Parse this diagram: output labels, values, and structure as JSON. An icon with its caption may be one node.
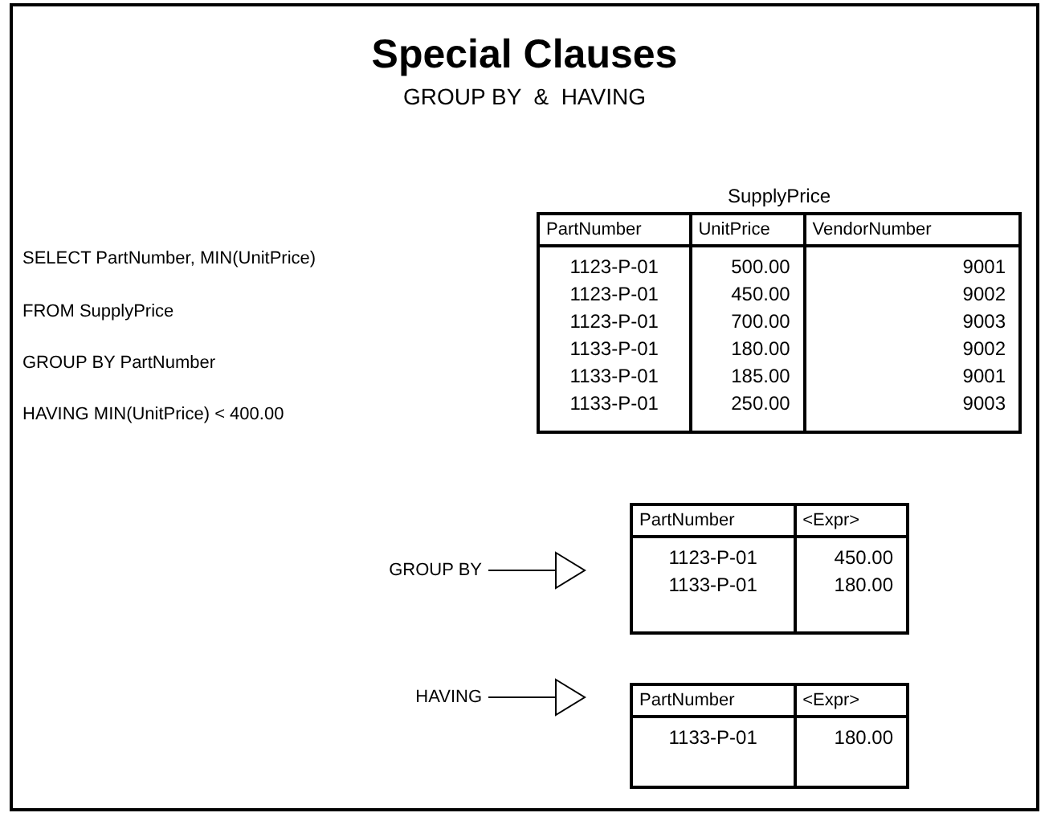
{
  "diagram": {
    "title": "Special Clauses",
    "nodes": [
      {
        "text": [
          "SupplyPrice"
        ]
      },
      {
        "text": [
          "GROUP BY"
        ]
      },
      {
        "text": [],
        "shape": "box"
      },
      {
        "text": [
          "HAVING"
        ]
      },
      {
        "text": [],
        "shape": "box"
      }
    ],
    "edges": [
      {
        "from": 1,
        "to": 2,
        "arrow": "to"
      },
      {
        "from": 3,
        "to": 4,
        "arrow": "to"
      }
    ],
    "labels": [
      "GROUP BY  &  HAVING",
      "SELECT PartNumber, MIN(UnitPrice)",
      "FROM SupplyPrice",
      "GROUP BY PartNumber",
      "HAVING MIN(UnitPrice) < 400.00",
      "PartNumber",
      "UnitPrice",
      "VendorNumber",
      "1123-P-01",
      "500.00",
      "9001",
      "1123-P-01",
      "450.00",
      "9002",
      "1123-P-01",
      "700.00",
      "9003",
      "1133-P-01",
      "180.00",
      "9002",
      "1133-P-01",
      "185.00",
      "9001",
      "1133-P-01",
      "250.00",
      "9003",
      "PartNumber",
      "<Expr>",
      "1123-P-01",
      "450.00",
      "1133-P-01",
      "180.00",
      "PartNumber",
      "<Expr>",
      "1133-P-01",
      "180.00"
    ]
  }
}
